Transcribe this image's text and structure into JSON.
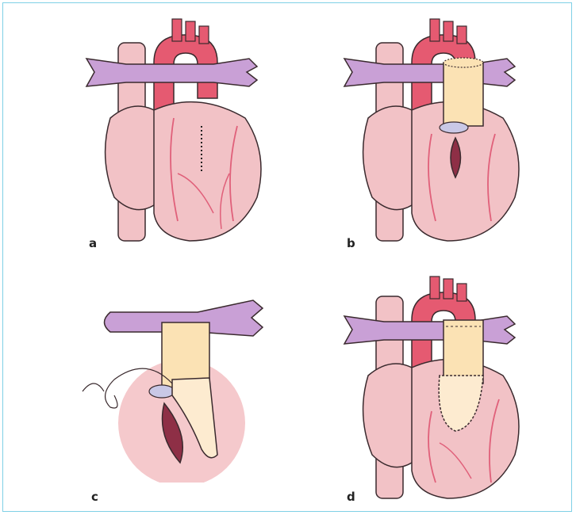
{
  "panels": [
    {
      "label": "a"
    },
    {
      "label": "b"
    },
    {
      "label": "c"
    },
    {
      "label": "d"
    }
  ],
  "colors": {
    "frame_border": "#7fd0e6",
    "heart": "#f2c2c6",
    "heart_stroke": "#3a2a2e",
    "vessels": "#e0607a",
    "aorta": "#e55a71",
    "vein": "#c9a0d6",
    "graft": "#fbe2b4",
    "patch": "#fdebd0",
    "opening": "#8e2f46",
    "valve_ring": "#c9c8e6",
    "pericardium": "#f5c9cc"
  },
  "icons": [
    "heart-illustration",
    "aorta-graft",
    "pulmonary-vein",
    "suture-line",
    "incision"
  ]
}
